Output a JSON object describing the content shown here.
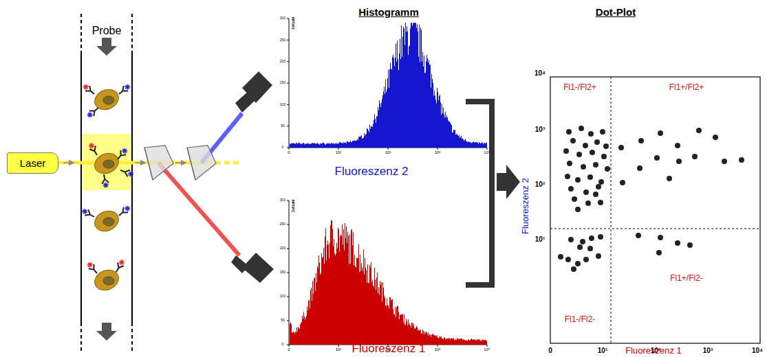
{
  "diagram": {
    "nodes": [
      {
        "text": [
          "Laser"
        ]
      }
    ],
    "labels": [
      "Probe",
      "Histogramm",
      "Dot-Plot",
      "Zellzahl",
      "300",
      "250",
      "200",
      "150",
      "100",
      "50",
      "0",
      "0",
      "10¹",
      "10²",
      "10³",
      "10⁴",
      "Fluoreszenz 2",
      "Zellzahl",
      "300",
      "250",
      "200",
      "150",
      "100",
      "50",
      "0",
      "0",
      "10¹",
      "10²",
      "10³",
      "10⁴",
      "Fluoreszenz 1",
      "10⁴",
      "10³",
      "10²",
      "10¹",
      "0",
      "10¹",
      "10²",
      "10³",
      "10⁴",
      "Fl1-/Fl2+",
      "Fl1+/Fl2+",
      "Fl1-/Fl2-",
      "Fl1+/Fl2-",
      "Fluoreszenz 2",
      "Fluoreszenz 1"
    ]
  }
}
